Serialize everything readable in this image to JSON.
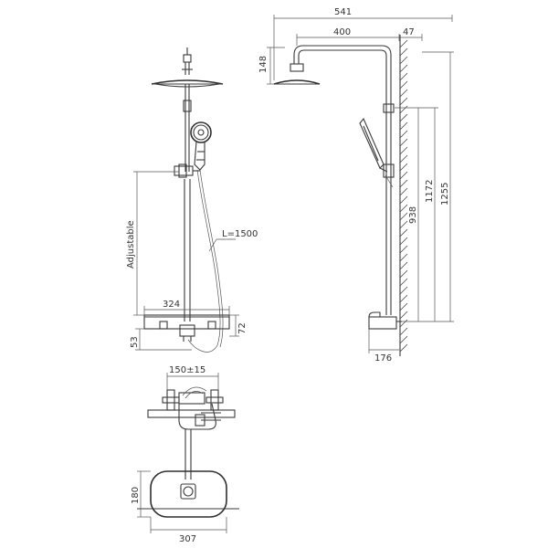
{
  "dimensions": {
    "side_total_width": "541",
    "side_arm_length": "400",
    "side_wall_offset": "47",
    "side_head_height": "148",
    "side_handset_height": "1172",
    "side_total_height": "1255",
    "side_bar_height": "938",
    "side_valve_depth": "176",
    "front_adjustable": "Adjustable",
    "front_hose_length": "L=1500",
    "front_valve_width": "324",
    "front_valve_height": "72",
    "front_valve_offset": "53",
    "plan_inlet_spacing": "150±15",
    "plan_base_depth": "180",
    "plan_base_width": "307"
  }
}
